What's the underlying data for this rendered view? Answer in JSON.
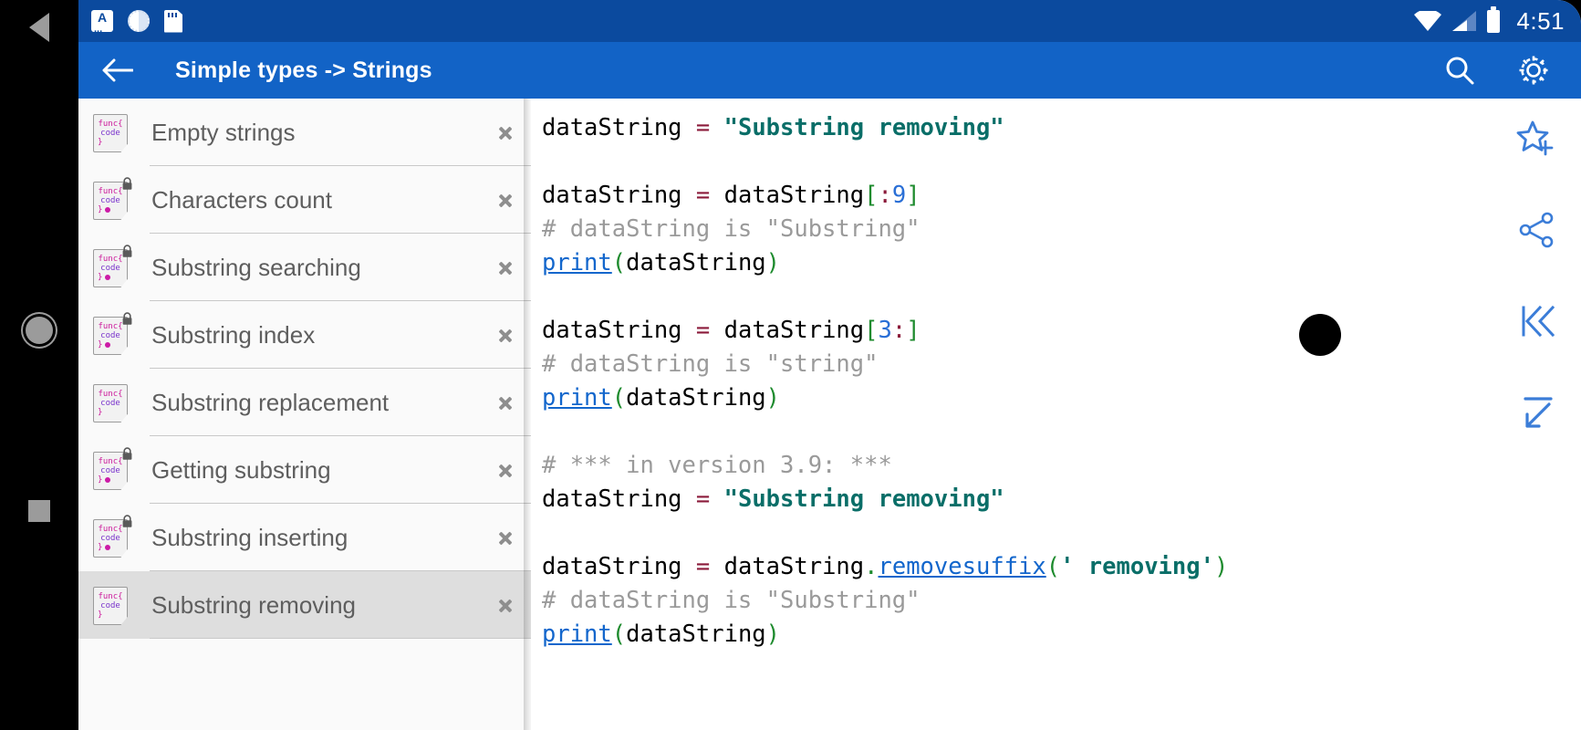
{
  "navbar": {
    "back_label": "Back",
    "home_label": "Home",
    "recents_label": "Recent apps"
  },
  "statusbar": {
    "time": "4:51",
    "left_icons": [
      "a-note-icon",
      "sync-circle-icon",
      "sd-card-icon"
    ],
    "right_icons": [
      "wifi-icon",
      "cell-signal-icon",
      "battery-icon"
    ],
    "background": "#0b4a9e"
  },
  "appbar": {
    "back_icon": "arrow-left-icon",
    "title": "Simple types -> Strings",
    "search_icon": "search-icon",
    "settings_icon": "gear-icon",
    "background": "#1263c6"
  },
  "sidebar": {
    "items": [
      {
        "label": "Empty strings",
        "locked": false,
        "has_dot": false,
        "selected": false
      },
      {
        "label": "Characters count",
        "locked": true,
        "has_dot": true,
        "selected": false
      },
      {
        "label": "Substring searching",
        "locked": true,
        "has_dot": true,
        "selected": false
      },
      {
        "label": "Substring index",
        "locked": true,
        "has_dot": true,
        "selected": false
      },
      {
        "label": "Substring replacement",
        "locked": false,
        "has_dot": false,
        "selected": false
      },
      {
        "label": "Getting substring",
        "locked": true,
        "has_dot": true,
        "selected": false
      },
      {
        "label": "Substring inserting",
        "locked": true,
        "has_dot": true,
        "selected": false
      },
      {
        "label": "Substring removing",
        "locked": false,
        "has_dot": false,
        "selected": true
      }
    ],
    "icon_text": {
      "line1": "func{",
      "line2": "code",
      "line3": "}"
    },
    "chevron_icon": "chevron-right-icon",
    "lock_icon": "lock-icon",
    "selected_background": "#dedede"
  },
  "code": {
    "language": "python",
    "lines": [
      [
        {
          "t": "dataString ",
          "c": "pl"
        },
        {
          "t": "= ",
          "c": "op"
        },
        {
          "t": "\"Substring removing\"",
          "c": "str"
        }
      ],
      [],
      [
        {
          "t": "dataString ",
          "c": "pl"
        },
        {
          "t": "= ",
          "c": "op"
        },
        {
          "t": "dataString",
          "c": "pl"
        },
        {
          "t": "[",
          "c": "br"
        },
        {
          "t": ":",
          "c": "op"
        },
        {
          "t": "9",
          "c": "num"
        },
        {
          "t": "]",
          "c": "br"
        }
      ],
      [
        {
          "t": "# dataString is \"Substring\"",
          "c": "cm"
        }
      ],
      [
        {
          "t": "print",
          "c": "fn"
        },
        {
          "t": "(",
          "c": "br"
        },
        {
          "t": "dataString",
          "c": "pl"
        },
        {
          "t": ")",
          "c": "br"
        }
      ],
      [],
      [
        {
          "t": "dataString ",
          "c": "pl"
        },
        {
          "t": "= ",
          "c": "op"
        },
        {
          "t": "dataString",
          "c": "pl"
        },
        {
          "t": "[",
          "c": "br"
        },
        {
          "t": "3",
          "c": "num"
        },
        {
          "t": ":",
          "c": "op"
        },
        {
          "t": "]",
          "c": "br"
        }
      ],
      [
        {
          "t": "# dataString is \"string\"",
          "c": "cm"
        }
      ],
      [
        {
          "t": "print",
          "c": "fn"
        },
        {
          "t": "(",
          "c": "br"
        },
        {
          "t": "dataString",
          "c": "pl"
        },
        {
          "t": ")",
          "c": "br"
        }
      ],
      [],
      [
        {
          "t": "# *** in version 3.9: ***",
          "c": "cm"
        }
      ],
      [
        {
          "t": "dataString ",
          "c": "pl"
        },
        {
          "t": "= ",
          "c": "op"
        },
        {
          "t": "\"Substring removing\"",
          "c": "str"
        }
      ],
      [],
      [
        {
          "t": "dataString ",
          "c": "pl"
        },
        {
          "t": "= ",
          "c": "op"
        },
        {
          "t": "dataString",
          "c": "pl"
        },
        {
          "t": ".",
          "c": "br"
        },
        {
          "t": "removesuffix",
          "c": "fn"
        },
        {
          "t": "(",
          "c": "br"
        },
        {
          "t": "' removing'",
          "c": "str"
        },
        {
          "t": ")",
          "c": "br"
        }
      ],
      [
        {
          "t": "# dataString is \"Substring\"",
          "c": "cm"
        }
      ],
      [
        {
          "t": "print",
          "c": "fn"
        },
        {
          "t": "(",
          "c": "br"
        },
        {
          "t": "dataString",
          "c": "pl"
        },
        {
          "t": ")",
          "c": "br"
        }
      ]
    ],
    "colors": {
      "plain": "#000000",
      "comment": "#9a9a9a",
      "operator": "#8b1a3a",
      "string": "#0a6e68",
      "bracket": "#1e8b2e",
      "number": "#2a6fd6",
      "function": "#1266cc"
    }
  },
  "rail": {
    "buttons": [
      {
        "icon": "star-plus-icon",
        "label": "Add to favorites"
      },
      {
        "icon": "share-icon",
        "label": "Share"
      },
      {
        "icon": "skip-to-start-icon",
        "label": "Go to first"
      },
      {
        "icon": "collapse-arrow-icon",
        "label": "Collapse"
      }
    ],
    "accent": "#3b7dd8"
  },
  "overlay": {
    "touch_indicator": "touch-point"
  }
}
